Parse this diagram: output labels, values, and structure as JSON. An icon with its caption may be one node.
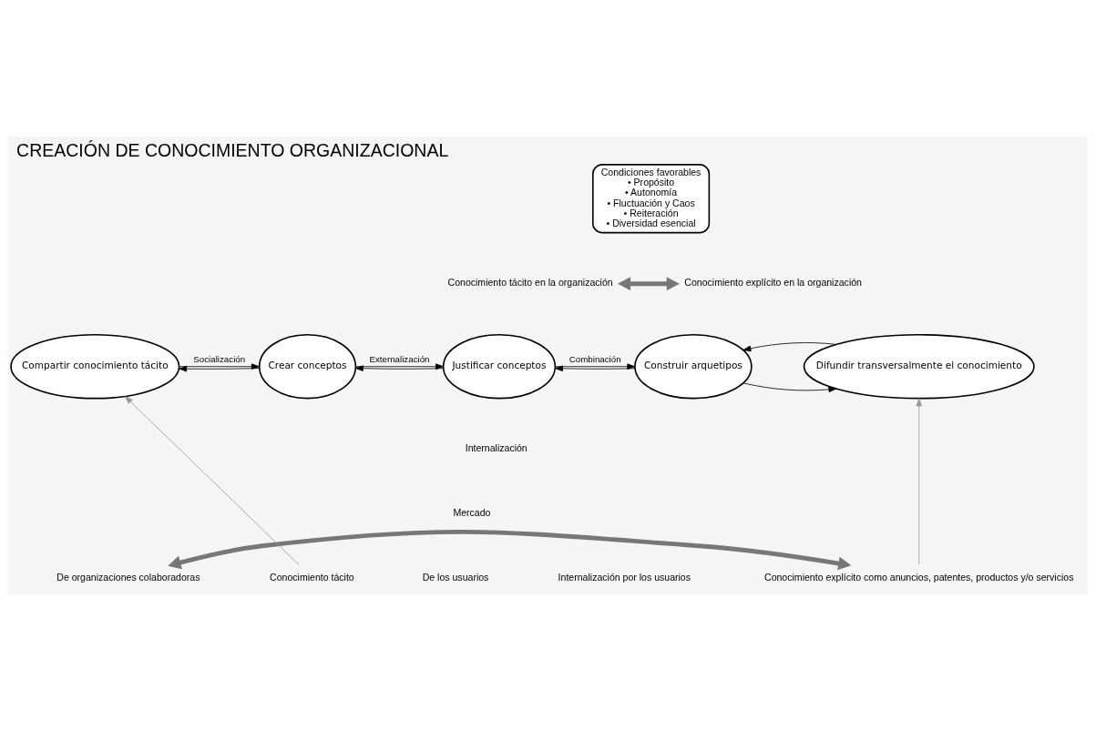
{
  "diagram": {
    "title": "CREACIÓN DE CONOCIMIENTO ORGANIZACIONAL",
    "nodes": [
      {
        "text": [
          "Condiciones favorables",
          "• Propósito",
          "• Autonomía",
          "• Fluctuación y Caos",
          "• Reiteración",
          "• Diversidad esencial"
        ]
      },
      {
        "text": [
          "Compartir conocimiento tácito"
        ]
      },
      {
        "text": [
          "Crear conceptos"
        ]
      },
      {
        "text": [
          "Justificar conceptos"
        ]
      },
      {
        "text": [
          "Construir arquetipos"
        ]
      },
      {
        "text": [
          "Difundir transversalmente el conocimiento"
        ]
      },
      {
        "text": [
          "Conocimiento tácito en la organización"
        ]
      },
      {
        "text": [
          "Conocimiento explícito en la organización"
        ]
      },
      {
        "text": [
          "De organizaciones colaboradoras"
        ]
      },
      {
        "text": [
          "Conocimiento tácito"
        ]
      },
      {
        "text": [
          "Conocimiento explícito como anuncios, patentes, productos y/o servicios"
        ]
      }
    ],
    "edges": [
      {
        "from": 6,
        "to": 7,
        "arrow": "both",
        "style": "thick",
        "color": "#777777"
      },
      {
        "from": 1,
        "to": 2,
        "arrow": "to",
        "label": "Socialización"
      },
      {
        "from": 2,
        "to": 3,
        "arrow": "to",
        "label": "Externalización"
      },
      {
        "from": 3,
        "to": 4,
        "arrow": "to",
        "label": "Combinación"
      },
      {
        "from": 4,
        "to": 5,
        "arrow": "to"
      },
      {
        "from": 5,
        "to": 4,
        "arrow": "to"
      },
      {
        "from": 4,
        "to": 3,
        "arrow": "to"
      },
      {
        "from": 3,
        "to": 2,
        "arrow": "to"
      },
      {
        "from": 2,
        "to": 1,
        "arrow": "to"
      },
      {
        "from": 8,
        "to": 10,
        "arrow": "both",
        "style": "thick",
        "color": "#777777"
      },
      {
        "from": 9,
        "to": 1,
        "arrow": "to",
        "color": "#999999"
      },
      {
        "from": 10,
        "to": 5,
        "arrow": "to",
        "color": "#999999"
      }
    ],
    "labels": [
      "Internalización",
      "Mercado",
      "De los usuarios",
      "Internalización por los usuarios"
    ]
  }
}
